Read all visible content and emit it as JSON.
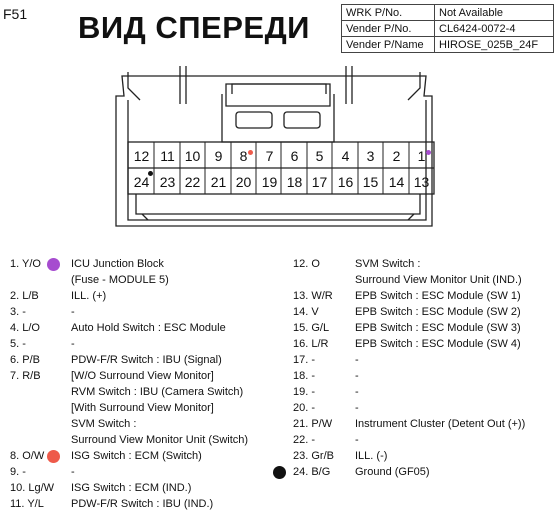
{
  "connector_id": "F51",
  "title": "ВИД СПЕРЕДИ",
  "info": [
    {
      "key": "WRK P/No.",
      "value": "Not Available"
    },
    {
      "key": "Vender P/No.",
      "value": "CL6424-0072-4"
    },
    {
      "key": "Vender P/Name",
      "value": "HIROSE_025B_24F"
    }
  ],
  "pins_top": [
    "12",
    "11",
    "10",
    "9",
    "8",
    "7",
    "6",
    "5",
    "4",
    "3",
    "2",
    "1"
  ],
  "pins_bottom": [
    "24",
    "23",
    "22",
    "21",
    "20",
    "19",
    "18",
    "17",
    "16",
    "15",
    "14",
    "13"
  ],
  "colors": {
    "purple": "#a64ccf",
    "red": "#ee5a4a",
    "black": "#111111"
  },
  "legend_left": [
    {
      "num": "1. Y/O",
      "lines": [
        "ICU Junction Block",
        "(Fuse - MODULE 5)"
      ],
      "dot": "purple"
    },
    {
      "num": "2. L/B",
      "lines": [
        "ILL. (+)"
      ]
    },
    {
      "num": "3. -",
      "lines": [
        "-"
      ]
    },
    {
      "num": "4. L/O",
      "lines": [
        "Auto Hold Switch : ESC Module"
      ]
    },
    {
      "num": "5. -",
      "lines": [
        "-"
      ]
    },
    {
      "num": "6. P/B",
      "lines": [
        "PDW-F/R Switch : IBU (Signal)"
      ]
    },
    {
      "num": "7. R/B",
      "lines": [
        "[W/O Surround View Monitor]",
        "RVM Switch : IBU (Camera Switch)",
        "[With Surround View Monitor]",
        "SVM Switch :",
        "Surround View Monitor Unit (Switch)"
      ]
    },
    {
      "num": "8. O/W",
      "lines": [
        "ISG Switch : ECM (Switch)"
      ],
      "dot": "red"
    },
    {
      "num": "9. -",
      "lines": [
        "-"
      ]
    },
    {
      "num": "10. Lg/W",
      "lines": [
        "ISG Switch : ECM (IND.)"
      ]
    },
    {
      "num": "11. Y/L",
      "lines": [
        "PDW-F/R Switch : IBU (IND.)"
      ]
    }
  ],
  "legend_right": [
    {
      "num": "12. O",
      "lines": [
        "SVM Switch :",
        "Surround View Monitor Unit (IND.)"
      ]
    },
    {
      "num": "13. W/R",
      "lines": [
        "EPB Switch : ESC Module (SW 1)"
      ]
    },
    {
      "num": "14. V",
      "lines": [
        "EPB Switch : ESC Module (SW 2)"
      ]
    },
    {
      "num": "15. G/L",
      "lines": [
        "EPB Switch : ESC Module (SW 3)"
      ]
    },
    {
      "num": "16. L/R",
      "lines": [
        "EPB Switch : ESC Module (SW 4)"
      ]
    },
    {
      "num": "17. -",
      "lines": [
        "-"
      ]
    },
    {
      "num": "18. -",
      "lines": [
        "-"
      ]
    },
    {
      "num": "19. -",
      "lines": [
        "-"
      ]
    },
    {
      "num": "20. -",
      "lines": [
        "-"
      ]
    },
    {
      "num": "21. P/W",
      "lines": [
        "Instrument Cluster (Detent Out (+))"
      ]
    },
    {
      "num": "22. -",
      "lines": [
        "-"
      ]
    },
    {
      "num": "23. Gr/B",
      "lines": [
        "ILL. (-)"
      ]
    },
    {
      "num": "24. B/G",
      "lines": [
        "Ground (GF05)"
      ],
      "dot": "black"
    }
  ]
}
